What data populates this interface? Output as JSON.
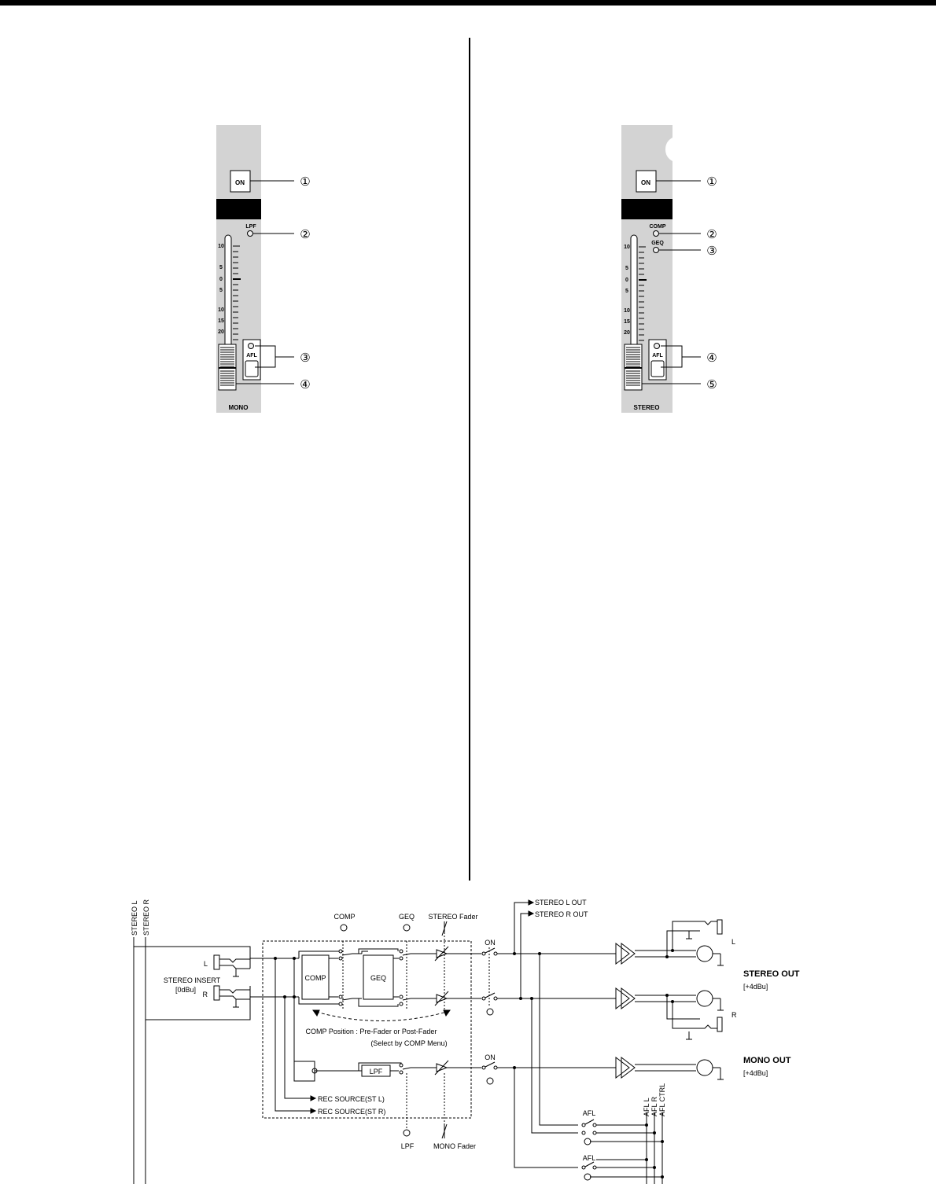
{
  "mono_strip": {
    "on_button": "ON",
    "indicator": "LPF",
    "scale": [
      "10",
      "5",
      "0",
      "5",
      "10",
      "15",
      "20"
    ],
    "afl_button": "AFL",
    "strip_label": "MONO",
    "callouts": [
      "①",
      "②",
      "③",
      "④"
    ]
  },
  "stereo_strip": {
    "on_button": "ON",
    "indicators": [
      "COMP",
      "GEQ"
    ],
    "scale": [
      "10",
      "5",
      "0",
      "5",
      "10",
      "15",
      "20"
    ],
    "afl_button": "AFL",
    "strip_label": "STEREO",
    "callouts": [
      "①",
      "②",
      "③",
      "④",
      "⑤"
    ]
  },
  "block_diagram": {
    "bus_labels": [
      "STEREO L",
      "STEREO R"
    ],
    "insert_label": "STEREO INSERT",
    "insert_level": "[0dBu]",
    "insert_l": "L",
    "insert_r": "R",
    "comp_switch": "COMP",
    "geq_switch": "GEQ",
    "stereo_fader": "STEREO Fader",
    "comp_block": "COMP",
    "geq_block": "GEQ",
    "on_stereo": "ON",
    "on_mono": "ON",
    "comp_position": "COMP Position : Pre-Fader or Post-Fader",
    "comp_select": "(Select by COMP Menu)",
    "lpf_block": "LPF",
    "lpf_switch": "LPF",
    "mono_fader": "MONO Fader",
    "rec_source_l": "REC SOURCE(ST L)",
    "rec_source_r": "REC SOURCE(ST R)",
    "stereo_l_out": "STEREO L OUT",
    "stereo_r_out": "STEREO R OUT",
    "stereo_out": "STEREO OUT",
    "stereo_out_level": "[+4dBu]",
    "out_l": "L",
    "out_r": "R",
    "mono_out": "MONO OUT",
    "mono_out_level": "[+4dBu]",
    "afl1": "AFL",
    "afl2": "AFL",
    "afl_buses": [
      "AFL L",
      "AFL R",
      "AFL CTRL"
    ]
  }
}
